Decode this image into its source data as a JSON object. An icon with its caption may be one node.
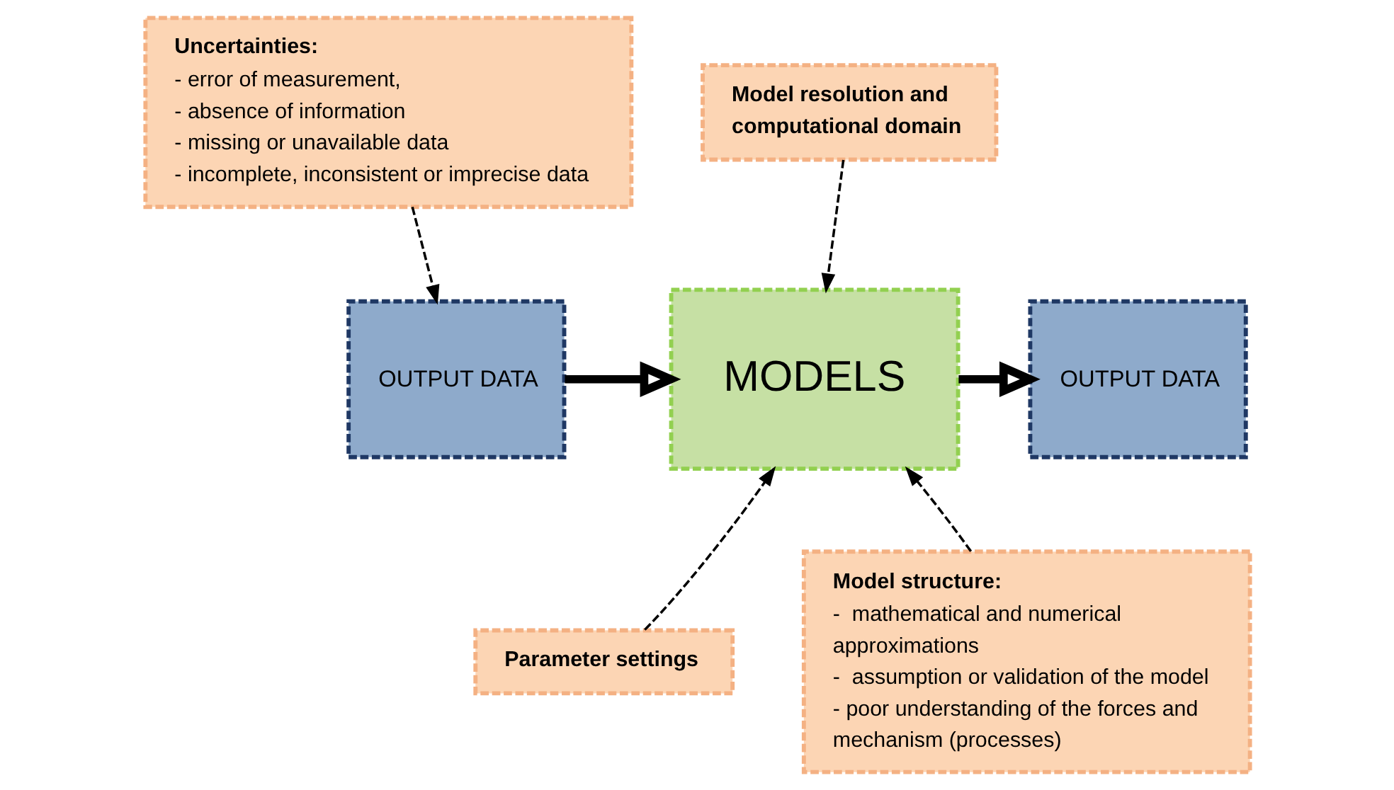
{
  "diagram": {
    "nodes": [
      {
        "text": [
          "Uncertainties:",
          "- error of measurement,",
          "- absence of information",
          "- missing or unavailable data",
          "- incomplete, inconsistent or imprecise data"
        ]
      },
      {
        "text": [
          "OUTPUT DATA"
        ]
      },
      {
        "text": [
          "MODELS"
        ]
      },
      {
        "text": [
          "OUTPUT DATA"
        ]
      },
      {
        "text": [
          "Model resolution and computational domain"
        ]
      },
      {
        "text": [
          "Parameter settings"
        ]
      },
      {
        "text": [
          "Model structure:",
          "-  mathematical and numerical approximations",
          "-  assumption or validation of the model",
          "- poor understanding of the forces and mechanism (processes)"
        ]
      }
    ],
    "edges": [
      {
        "from": 0,
        "to": 1,
        "arrow": "to",
        "style": "dashed"
      },
      {
        "from": 1,
        "to": 2,
        "arrow": "to",
        "style": "thick"
      },
      {
        "from": 2,
        "to": 3,
        "arrow": "to",
        "style": "thick"
      },
      {
        "from": 4,
        "to": 2,
        "arrow": "to",
        "style": "dashed"
      },
      {
        "from": 5,
        "to": 2,
        "arrow": "to",
        "style": "dashed"
      },
      {
        "from": 6,
        "to": 2,
        "arrow": "to",
        "style": "dashed"
      }
    ]
  }
}
